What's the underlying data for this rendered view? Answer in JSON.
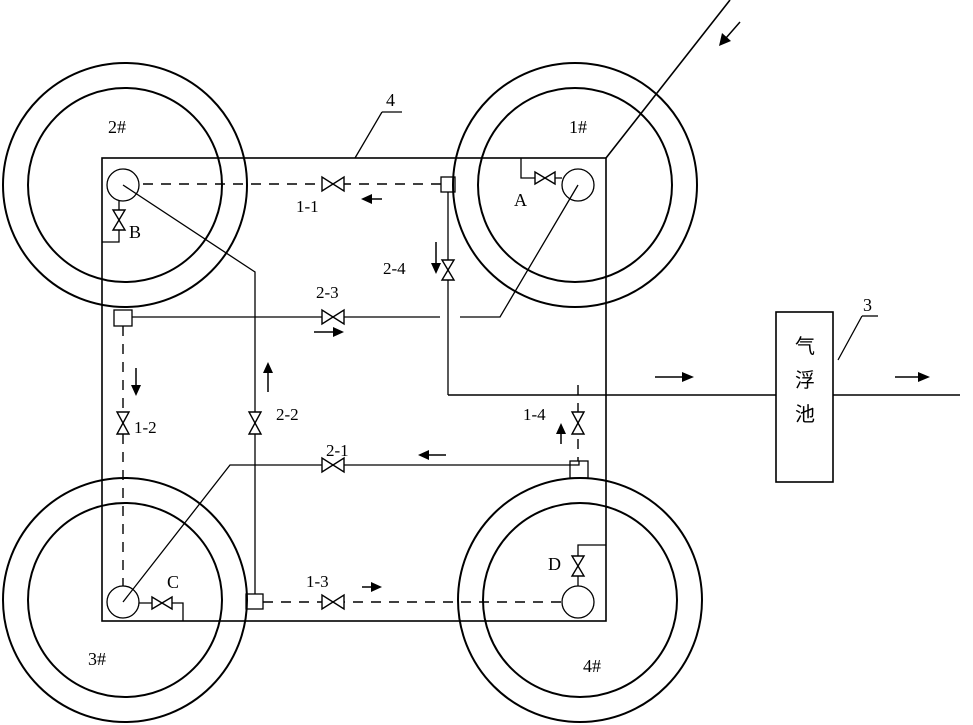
{
  "tanks": {
    "t1": "1#",
    "t2": "2#",
    "t3": "3#",
    "t4": "4#"
  },
  "points": {
    "a": "A",
    "b": "B",
    "c": "C",
    "d": "D"
  },
  "valves": {
    "v1_1": "1-1",
    "v1_2": "1-2",
    "v1_3": "1-3",
    "v1_4": "1-4",
    "v2_1": "2-1",
    "v2_2": "2-2",
    "v2_3": "2-3",
    "v2_4": "2-4"
  },
  "flotation": {
    "label_line1": "气",
    "label_line2": "浮",
    "label_line3": "池",
    "ref": "3"
  },
  "frame_ref": "4"
}
